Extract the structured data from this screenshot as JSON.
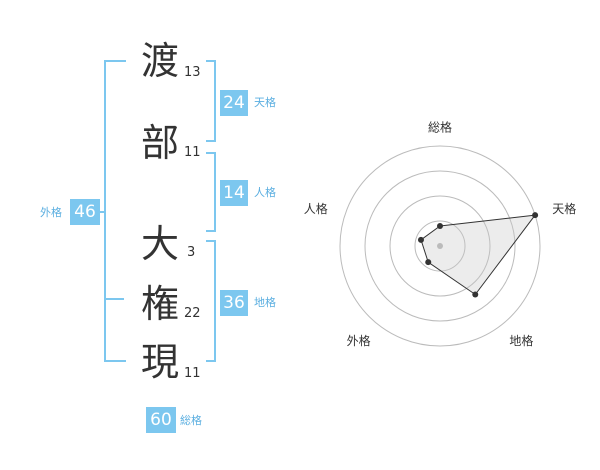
{
  "name": {
    "characters": [
      {
        "char": "渡",
        "strokes": "13"
      },
      {
        "char": "部",
        "strokes": "11"
      },
      {
        "char": "大",
        "strokes": "3"
      },
      {
        "char": "権",
        "strokes": "22"
      },
      {
        "char": "現",
        "strokes": "11"
      }
    ]
  },
  "fortunes": {
    "tenkaku": {
      "value": "24",
      "label": "天格"
    },
    "jinkaku": {
      "value": "14",
      "label": "人格"
    },
    "chikaku": {
      "value": "36",
      "label": "地格"
    },
    "gaikaku": {
      "value": "46",
      "label": "外格"
    },
    "soukaku": {
      "value": "60",
      "label": "総格"
    }
  },
  "colors": {
    "accent": "#7cc7ef",
    "accent_text": "#5aaee0",
    "text": "#333333"
  },
  "chart_data": {
    "type": "radar",
    "axes": [
      "総格",
      "天格",
      "地格",
      "外格",
      "人格"
    ],
    "values": [
      1,
      5,
      3,
      1,
      1
    ],
    "range": [
      0,
      5
    ],
    "rings": 4
  }
}
